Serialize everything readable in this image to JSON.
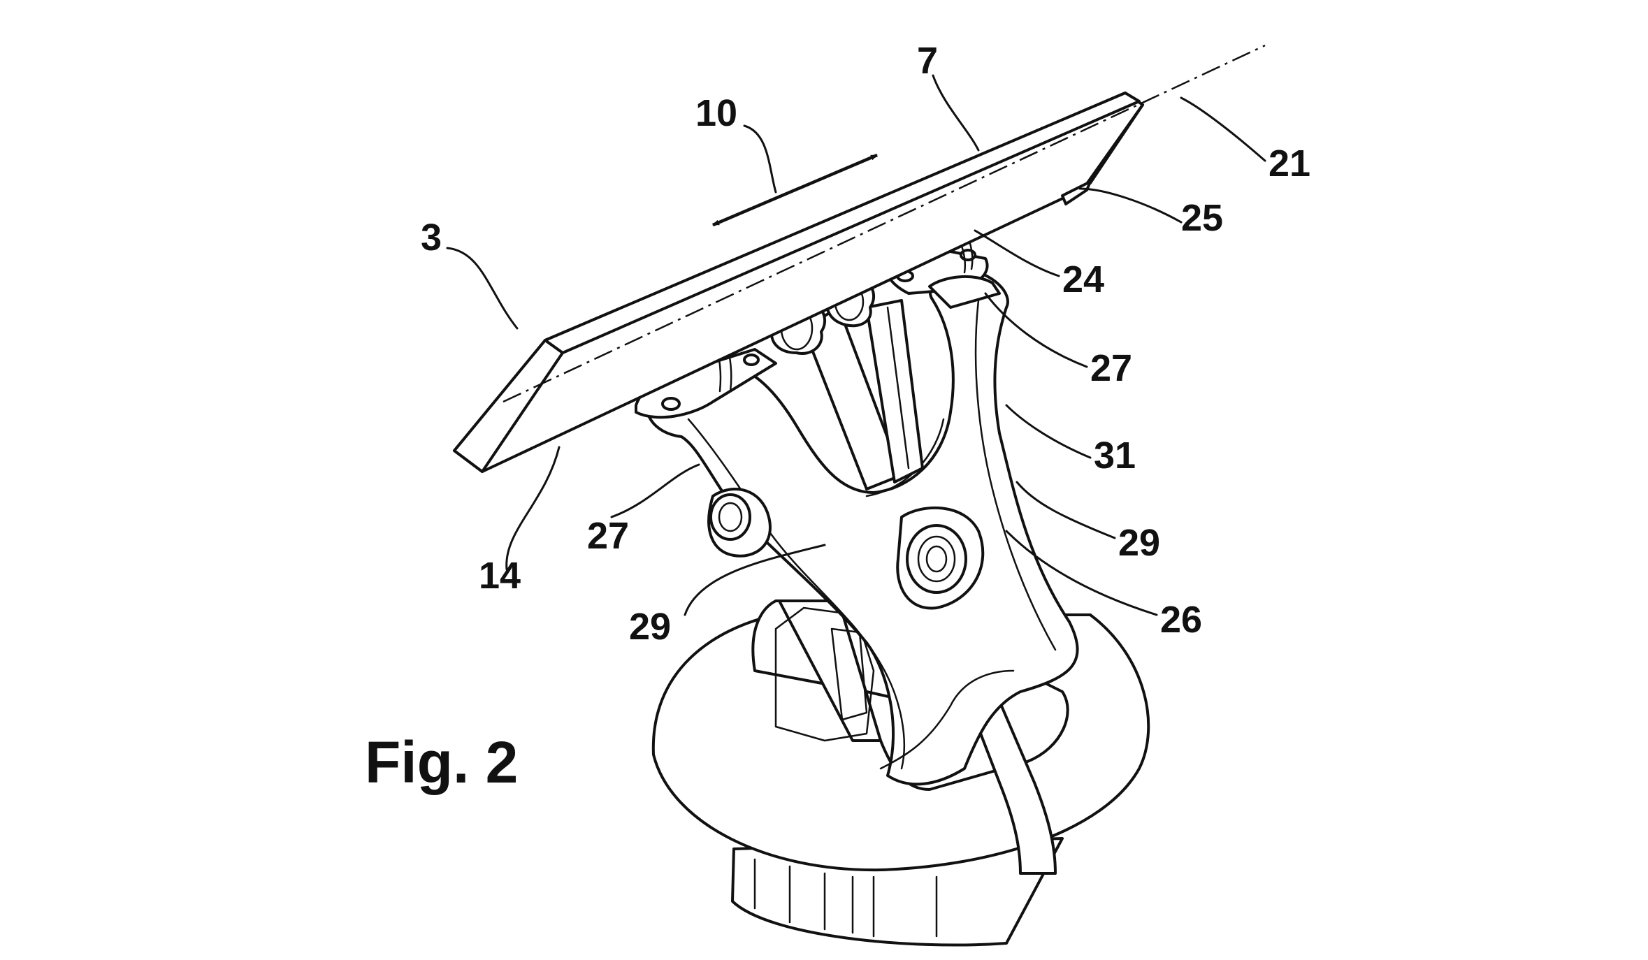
{
  "figure": {
    "caption": "Fig. 2",
    "labels": {
      "l3": "3",
      "l7": "7",
      "l10": "10",
      "l14": "14",
      "l21": "21",
      "l24": "24",
      "l25": "25",
      "l26": "26",
      "l27a": "27",
      "l27b": "27",
      "l29a": "29",
      "l29b": "29",
      "l31": "31"
    }
  }
}
